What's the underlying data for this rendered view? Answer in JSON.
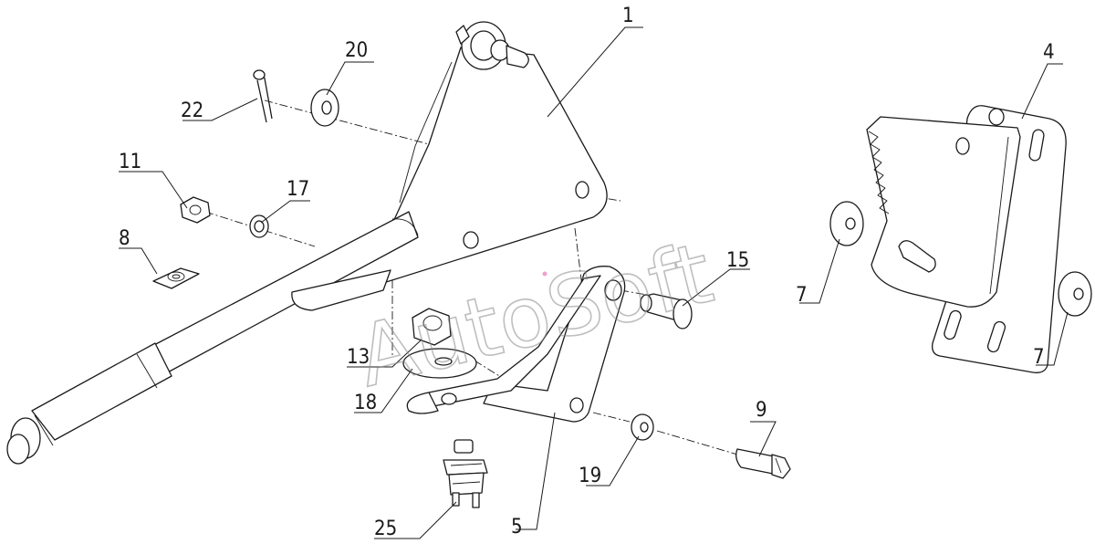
{
  "watermark": {
    "text": "AutoSoft"
  },
  "callouts": [
    {
      "id": "c1",
      "label": "1"
    },
    {
      "id": "c4",
      "label": "4"
    },
    {
      "id": "c5",
      "label": "5"
    },
    {
      "id": "c7a",
      "label": "7"
    },
    {
      "id": "c7b",
      "label": "7"
    },
    {
      "id": "c8",
      "label": "8"
    },
    {
      "id": "c9",
      "label": "9"
    },
    {
      "id": "c11",
      "label": "11"
    },
    {
      "id": "c13",
      "label": "13"
    },
    {
      "id": "c15",
      "label": "15"
    },
    {
      "id": "c17",
      "label": "17"
    },
    {
      "id": "c18",
      "label": "18"
    },
    {
      "id": "c19",
      "label": "19"
    },
    {
      "id": "c20",
      "label": "20"
    },
    {
      "id": "c22",
      "label": "22"
    },
    {
      "id": "c25",
      "label": "25"
    }
  ]
}
